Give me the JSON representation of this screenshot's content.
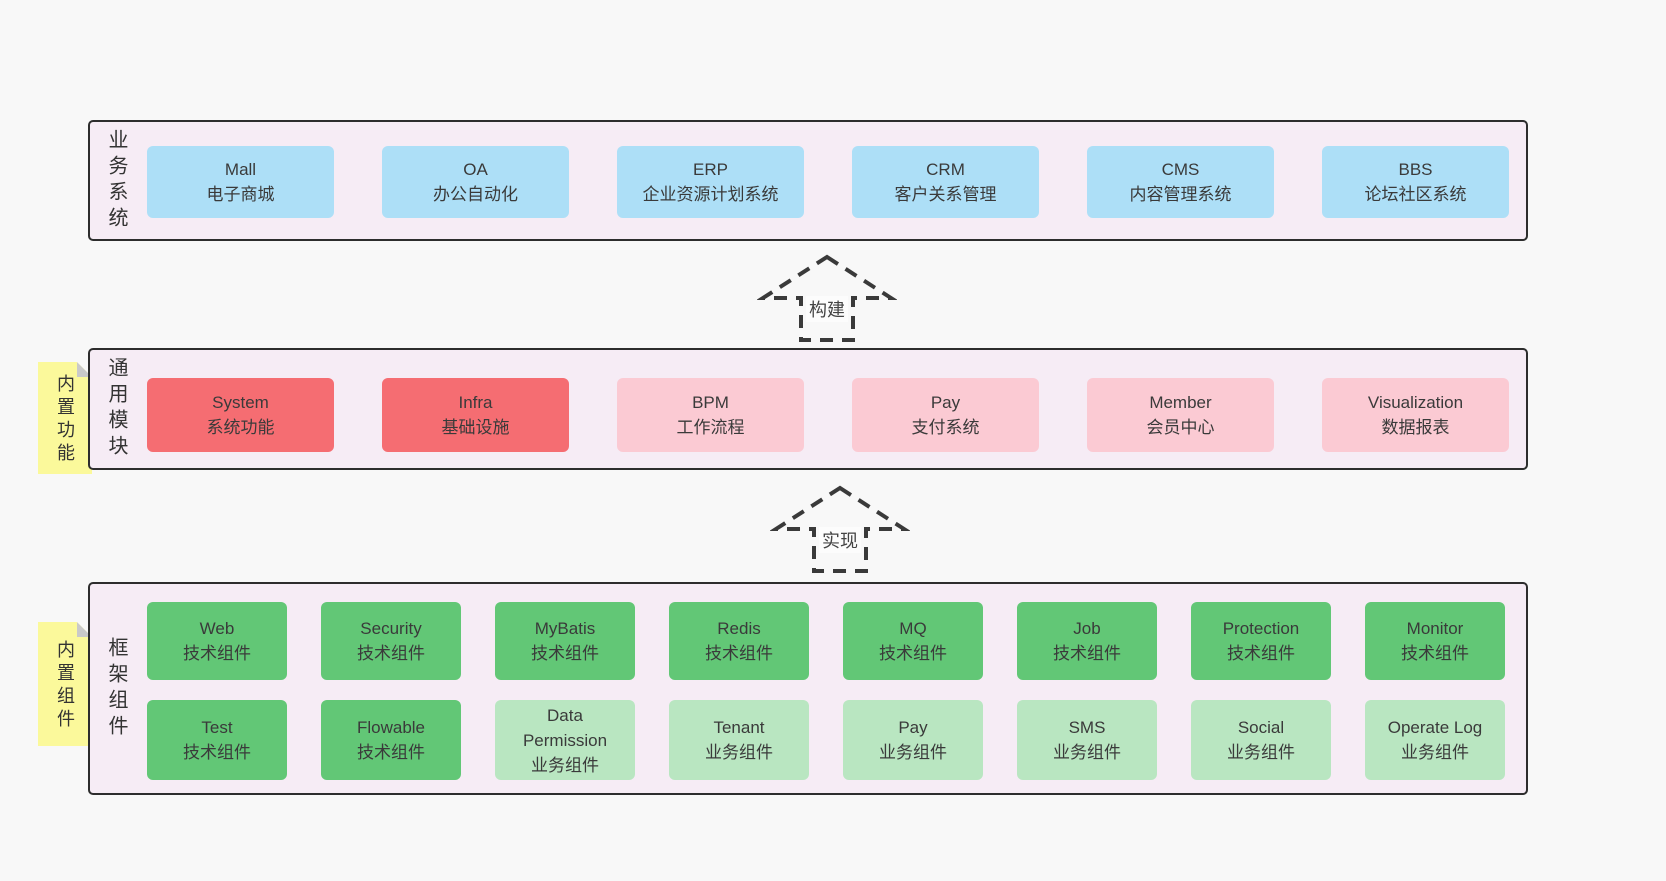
{
  "colors": {
    "canvas_bg": "#f8f8f8",
    "container_bg": "#f6ecf5",
    "container_border": "#2d2d2d",
    "blue_box": "#addff7",
    "red_box": "#f56d72",
    "pink_box": "#fbcad3",
    "green_box": "#62c776",
    "light_green_box": "#b9e6c1",
    "note_bg": "#fbf99b",
    "note_fold": "#c9c9c9",
    "text": "#3a3a3a"
  },
  "layers": {
    "business": {
      "label": "业务系统",
      "boxes": [
        {
          "name": "Mall",
          "desc": "电子商城"
        },
        {
          "name": "OA",
          "desc": "办公自动化"
        },
        {
          "name": "ERP",
          "desc": "企业资源计划系统"
        },
        {
          "name": "CRM",
          "desc": "客户关系管理"
        },
        {
          "name": "CMS",
          "desc": "内容管理系统"
        },
        {
          "name": "BBS",
          "desc": "论坛社区系统"
        }
      ]
    },
    "arrow_build": {
      "label": "构建"
    },
    "modules": {
      "label": "通用模块",
      "note": "内置功能",
      "boxes": [
        {
          "name": "System",
          "desc": "系统功能",
          "variant": "red"
        },
        {
          "name": "Infra",
          "desc": "基础设施",
          "variant": "red"
        },
        {
          "name": "BPM",
          "desc": "工作流程",
          "variant": "pink"
        },
        {
          "name": "Pay",
          "desc": "支付系统",
          "variant": "pink"
        },
        {
          "name": "Member",
          "desc": "会员中心",
          "variant": "pink"
        },
        {
          "name": "Visualization",
          "desc": "数据报表",
          "variant": "pink"
        }
      ]
    },
    "arrow_implement": {
      "label": "实现"
    },
    "components": {
      "label": "框架组件",
      "note": "内置组件",
      "row1": [
        {
          "name": "Web",
          "desc": "技术组件",
          "variant": "green"
        },
        {
          "name": "Security",
          "desc": "技术组件",
          "variant": "green"
        },
        {
          "name": "MyBatis",
          "desc": "技术组件",
          "variant": "green"
        },
        {
          "name": "Redis",
          "desc": "技术组件",
          "variant": "green"
        },
        {
          "name": "MQ",
          "desc": "技术组件",
          "variant": "green"
        },
        {
          "name": "Job",
          "desc": "技术组件",
          "variant": "green"
        },
        {
          "name": "Protection",
          "desc": "技术组件",
          "variant": "green"
        },
        {
          "name": "Monitor",
          "desc": "技术组件",
          "variant": "green"
        }
      ],
      "row2": [
        {
          "name": "Test",
          "desc": "技术组件",
          "variant": "green"
        },
        {
          "name": "Flowable",
          "desc": "技术组件",
          "variant": "green"
        },
        {
          "name": "Data Permission",
          "desc": "业务组件",
          "variant": "lightgreen"
        },
        {
          "name": "Tenant",
          "desc": "业务组件",
          "variant": "lightgreen"
        },
        {
          "name": "Pay",
          "desc": "业务组件",
          "variant": "lightgreen"
        },
        {
          "name": "SMS",
          "desc": "业务组件",
          "variant": "lightgreen"
        },
        {
          "name": "Social",
          "desc": "业务组件",
          "variant": "lightgreen"
        },
        {
          "name": "Operate Log",
          "desc": "业务组件",
          "variant": "lightgreen"
        }
      ]
    }
  }
}
